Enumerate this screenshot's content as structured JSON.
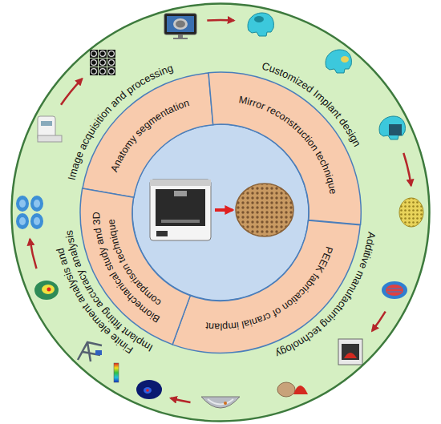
{
  "diagram": {
    "nodes": [
      {
        "text": [
          "Image acquisition and processing",
          "Customized Implant design",
          "Additive manufacturing technology",
          "Finite element analysis and Implant fitting accuracy analysis"
        ]
      },
      {
        "text": [
          "Anatomy segmentation"
        ],
        "in": 0
      },
      {
        "text": [
          "Mirror reconstruction technique"
        ],
        "in": 0
      },
      {
        "text": [
          "PEEK fabrication of cranial implant"
        ],
        "in": 0
      },
      {
        "text": [
          "Biomechanical study and 3D comparison technique"
        ],
        "in": 0
      }
    ]
  }
}
